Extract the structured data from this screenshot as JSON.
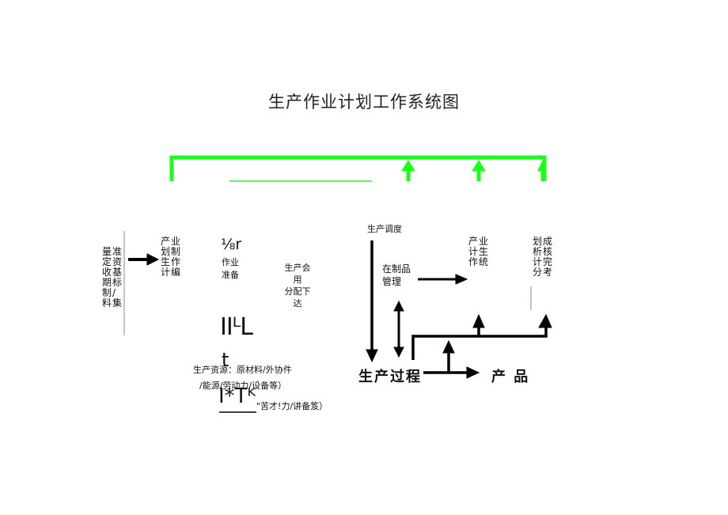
{
  "title": "生产作业计划工作系统图",
  "nodes": {
    "left_col_a": "准\n资\n基\n标\n/\n集",
    "left_col_b": "量\n定\n收\n期\n制\n料",
    "plan_col_a": "产\n划\n生\n计",
    "plan_col_b": "业\n制\n作\n编",
    "prep_glyph": "⅛r",
    "prep_label": "作业\n准备",
    "meeting": "生产会\n用\n分配下\n达",
    "dispatch": "生产调度",
    "wip": "在制品\n管理",
    "stats_a": "产\n计\n作",
    "stats_b": "业\n生\n统",
    "analysis_a": "划\n析\n计\n分",
    "analysis_b": "成\n核\n完\n考",
    "process": "生产过程",
    "product": "产 品",
    "resources_1": "生产资源：原材料/外协件",
    "resources_2": "/能源/劳动力/设备等）",
    "resources_3": "\"苦才!力/讲备笈）",
    "glyph_1": "IIᴸL",
    "glyph_2": "t",
    "glyph_3": "I*Tᴷ"
  },
  "colors": {
    "feedback_green": "#1aff1a",
    "arrow_black": "#000000"
  }
}
